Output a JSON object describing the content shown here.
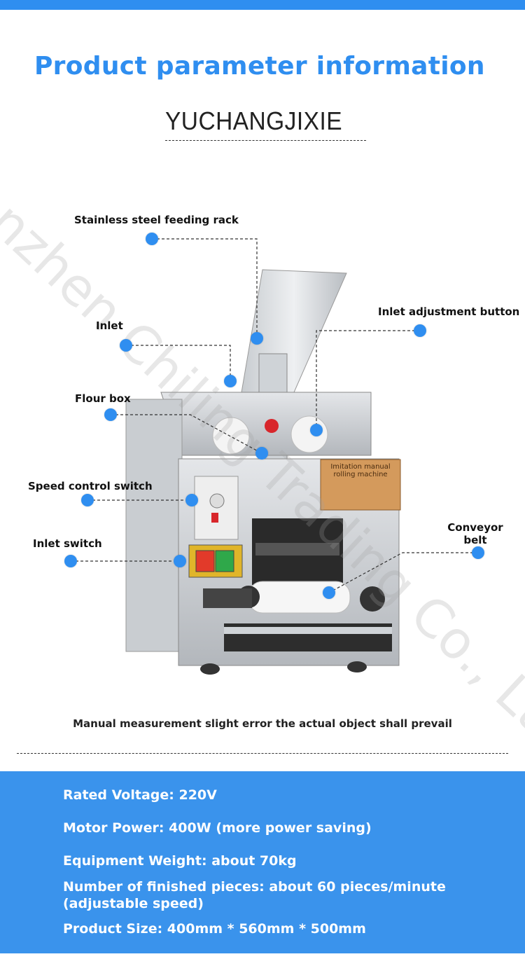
{
  "header": {
    "title": "Product parameter information",
    "brand": "YUCHANGJIXIE"
  },
  "watermark": "henzhen Chiling Trading Co., Lt",
  "callouts": {
    "feeding_rack": "Stainless steel feeding rack",
    "inlet": "Inlet",
    "inlet_adjustment": "Inlet adjustment button",
    "flour_box": "Flour box",
    "speed_control": "Speed control switch",
    "inlet_switch": "Inlet switch",
    "conveyor_belt": "Conveyor belt"
  },
  "machine": {
    "plate_line1": "Imitation manual",
    "plate_line2": "rolling machine"
  },
  "note": "Manual measurement slight error the actual object shall prevail",
  "specs": [
    "Rated Voltage: 220V",
    "Motor Power: 400W (more power saving)",
    "Equipment Weight: about 70kg",
    "Number of finished pieces: about 60 pieces/minute (adjustable speed)",
    "Product Size: 400mm * 560mm * 500mm"
  ],
  "colors": {
    "accent": "#2f8ef0",
    "spec_panel": "#3a93ec"
  }
}
